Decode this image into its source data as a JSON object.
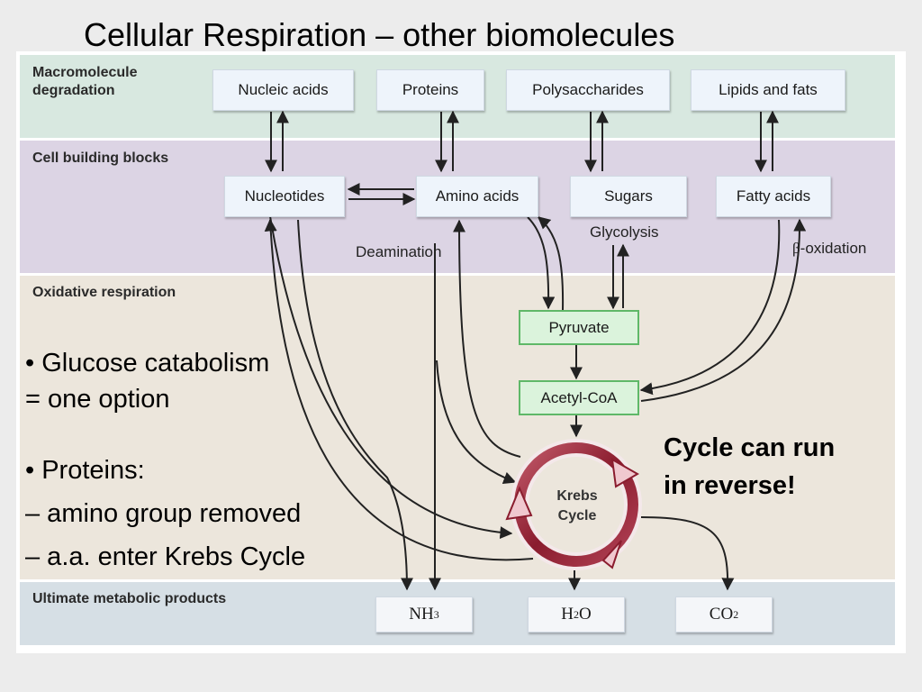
{
  "slide": {
    "title": "Cellular Respiration – other biomolecules"
  },
  "bands": {
    "degradation": "Macromolecule\ndegradation",
    "building": "Cell building blocks",
    "oxidative": "Oxidative respiration",
    "ultimate": "Ultimate metabolic products"
  },
  "macromolecules": [
    "Nucleic acids",
    "Proteins",
    "Polysaccharides",
    "Lipids and fats"
  ],
  "building_blocks": [
    "Nucleotides",
    "Amino acids",
    "Sugars",
    "Fatty acids"
  ],
  "process_labels": {
    "glycolysis": "Glycolysis",
    "deamination": "Deamination",
    "beta": "β",
    "beta_oxidation": "-oxidation"
  },
  "intermediates": {
    "pyruvate": "Pyruvate",
    "acetyl_coa": "Acetyl-CoA"
  },
  "krebs": {
    "line1": "Krebs",
    "line2": "Cycle"
  },
  "products": {
    "nh3": {
      "base": "NH",
      "sub": "3"
    },
    "h2o": {
      "base": "H",
      "sub": "2",
      "tail": "O"
    },
    "co2": {
      "base": "CO",
      "sub": "2"
    }
  },
  "bullets": {
    "glucose_1": "• Glucose catabolism",
    "glucose_2": "= one option",
    "proteins": "• Proteins:",
    "amino_removed": "– amino group removed",
    "enter_krebs": "– a.a. enter Krebs Cycle"
  },
  "note": {
    "line1": "Cycle can run",
    "line2": "in reverse!"
  },
  "colors": {
    "band_degradation": "#d8e8e0",
    "band_building": "#dcd4e4",
    "band_oxidative": "#ece6dc",
    "band_ultimate": "#d6dfe5",
    "krebs_ring": "#8a1c2e",
    "arrow": "#222222"
  }
}
